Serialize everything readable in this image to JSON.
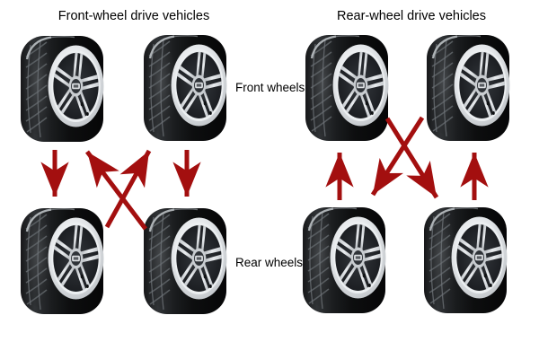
{
  "diagram": {
    "background_color": "#ffffff",
    "arrow_color": "#a30f0f",
    "sections": [
      {
        "id": "fwd",
        "title": "Front-wheel drive vehicles",
        "rotation_pattern": [
          "front-left tire moves straight down to rear-left",
          "front-right tire moves straight down to rear-right",
          "rear-left tire crosses up to front-right",
          "rear-right tire crosses up to front-left"
        ]
      },
      {
        "id": "rwd",
        "title": "Rear-wheel drive vehicles",
        "rotation_pattern": [
          "rear-left tire moves straight up to front-left",
          "rear-right tire moves straight up to front-right",
          "front-left tire crosses down to rear-right",
          "front-right tire crosses down to rear-left"
        ]
      }
    ],
    "row_labels": {
      "front": "Front wheels",
      "rear": "Rear wheels"
    },
    "tire_icon": "tire-with-silver-alloy-wheel"
  }
}
